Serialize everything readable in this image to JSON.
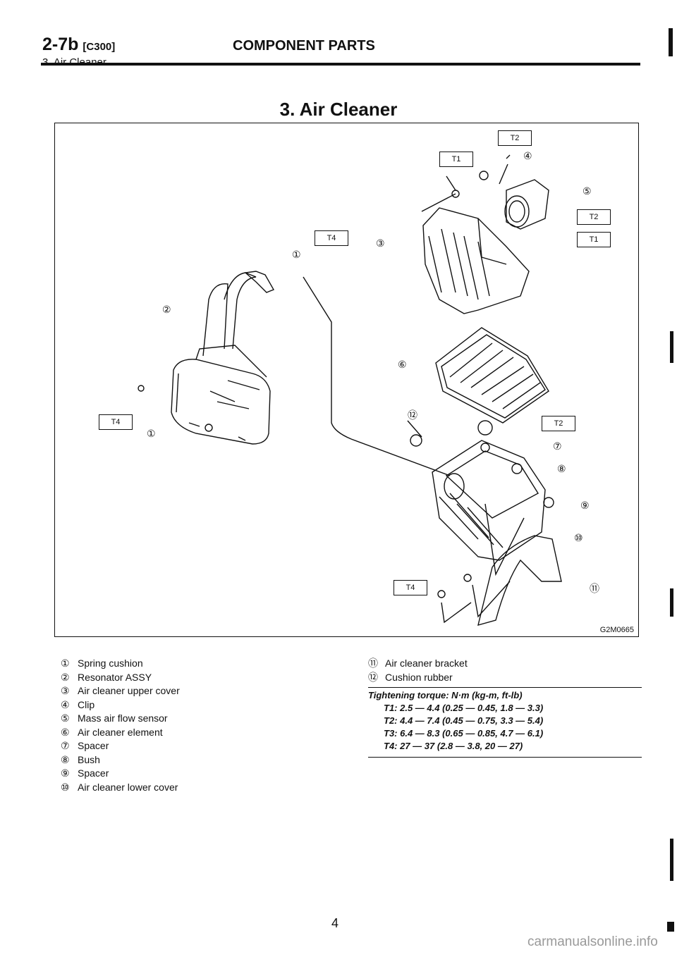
{
  "header": {
    "code": "2-7b",
    "code_ref": "[C300]",
    "subsection": "3. Air Cleaner",
    "section_title": "COMPONENT PARTS"
  },
  "page_title": "3. Air Cleaner",
  "figure": {
    "code": "G2M0665",
    "callouts": [
      "①",
      "②",
      "③",
      "④",
      "⑤",
      "⑥",
      "⑦",
      "⑧",
      "⑨",
      "⑩",
      "⑪",
      "⑫",
      "①"
    ],
    "torque_tags": [
      "T2",
      "T1",
      "T2",
      "T1",
      "T4",
      "T4",
      "T2",
      "T4"
    ]
  },
  "legend_left": [
    {
      "num": "①",
      "label": "Spring cushion"
    },
    {
      "num": "②",
      "label": "Resonator ASSY"
    },
    {
      "num": "③",
      "label": "Air cleaner upper cover"
    },
    {
      "num": "④",
      "label": "Clip"
    },
    {
      "num": "⑤",
      "label": "Mass air flow sensor"
    },
    {
      "num": "⑥",
      "label": "Air cleaner element"
    },
    {
      "num": "⑦",
      "label": "Spacer"
    },
    {
      "num": "⑧",
      "label": "Bush"
    },
    {
      "num": "⑨",
      "label": "Spacer"
    },
    {
      "num": "⑩",
      "label": "Air cleaner lower cover"
    }
  ],
  "legend_right": [
    {
      "num": "⑪",
      "label": "Air cleaner bracket"
    },
    {
      "num": "⑫",
      "label": "Cushion rubber"
    }
  ],
  "torque": {
    "heading": "Tightening torque: N·m (kg-m, ft-lb)",
    "lines": [
      "T1: 2.5 — 4.4 (0.25 — 0.45, 1.8 — 3.3)",
      "T2: 4.4 — 7.4 (0.45 — 0.75, 3.3 — 5.4)",
      "T3: 6.4 — 8.3 (0.65 — 0.85, 4.7 — 6.1)",
      "T4: 27 — 37 (2.8 — 3.8, 20 — 27)"
    ]
  },
  "page_number": "4",
  "watermark": "carmanualsonline.info"
}
